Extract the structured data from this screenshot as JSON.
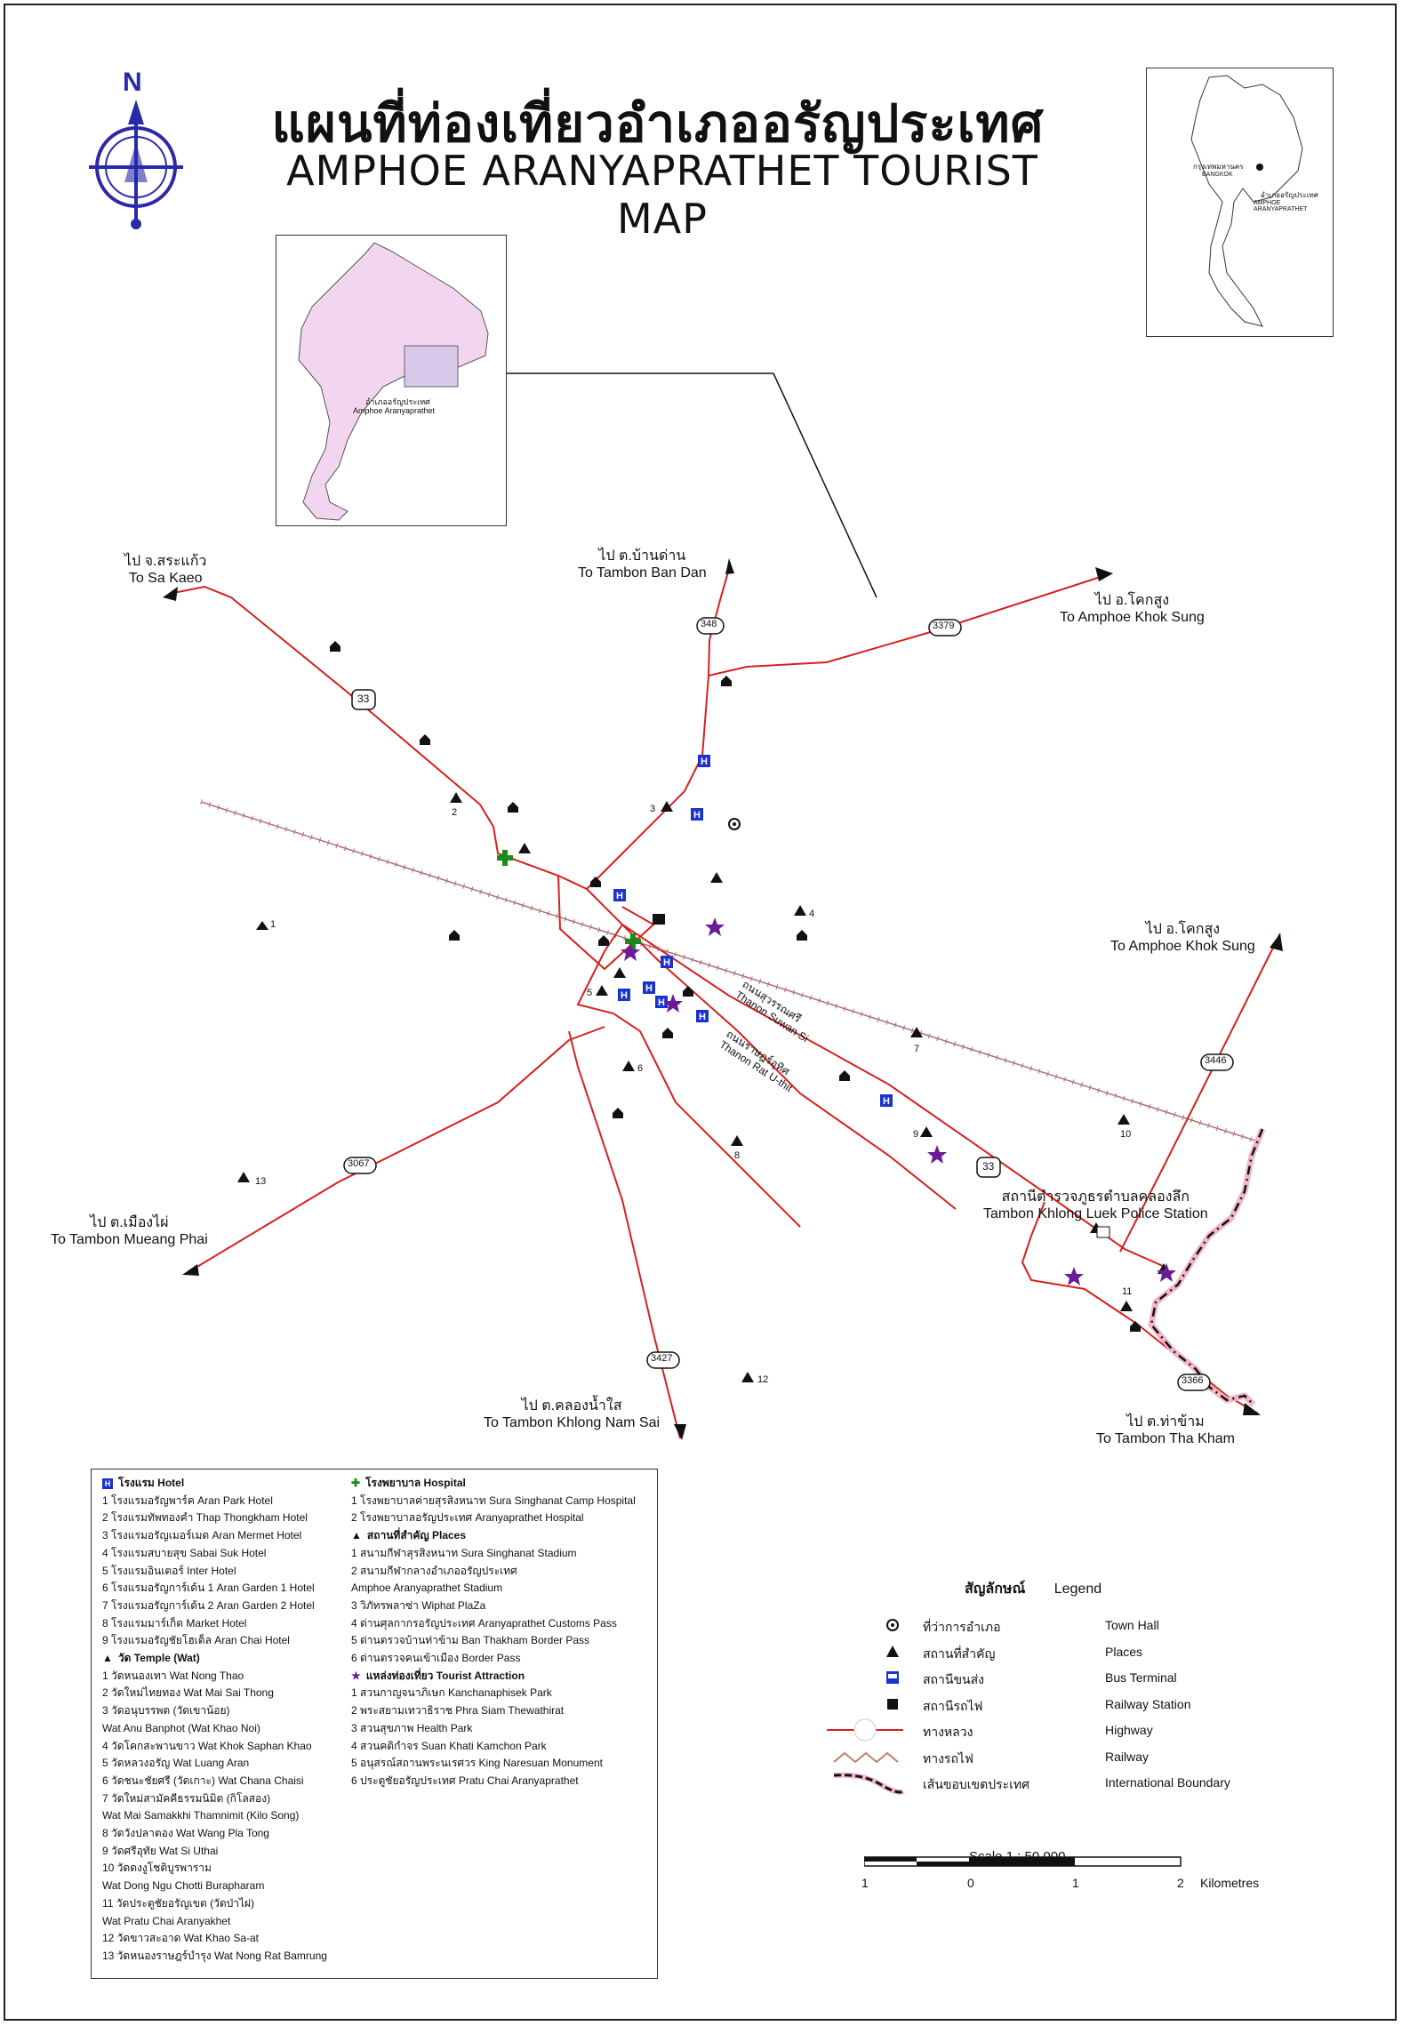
{
  "title_th": "แผนที่ท่องเที่ยวอำเภออรัญประเทศ",
  "title_en": "AMPHOE ARANYAPRATHET TOURIST MAP",
  "compass_letter": "N",
  "inset_thailand": {
    "label_bangkok_th": "กรุงเทพมหานคร",
    "label_bangkok_en": "BANGKOK",
    "label_amphoe_th": "อำเภออรัญประเทศ",
    "label_amphoe_en": "AMPHOE ARANYAPRATHET"
  },
  "inset_province": {
    "label_th": "อำเภออรัญประเทศ",
    "label_en": "Amphoe Aranyaprathet",
    "fill_color": "#f2d6f0"
  },
  "destinations": [
    {
      "th": "ไป จ.สระแก้ว",
      "en": "To Sa Kaeo"
    },
    {
      "th": "ไป ต.บ้านด่าน",
      "en": "To Tambon Ban Dan"
    },
    {
      "th": "ไป อ.โคกสูง",
      "en": "To Amphoe Khok Sung"
    },
    {
      "th": "ไป อ.โคกสูง",
      "en": "To Amphoe Khok Sung"
    },
    {
      "th": "ไป ต.เมืองไผ่",
      "en": "To Tambon Mueang Phai"
    },
    {
      "th": "ไป ต.คลองน้ำใส",
      "en": "To Tambon Khlong Nam Sai"
    },
    {
      "th": "ไป ต.ท่าข้าม",
      "en": "To Tambon Tha Kham"
    }
  ],
  "police_station": {
    "th": "สถานีตำรวจภูธรตำบลคลองลึก",
    "en": "Tambon Khlong Luek Police Station"
  },
  "route_numbers": [
    "33",
    "33",
    "348",
    "3379",
    "3446",
    "3067",
    "3427",
    "3366"
  ],
  "street_labels": [
    {
      "th": "ถนนสุวรรณศรี",
      "en": "Thanon Suwan Si"
    },
    {
      "th": "ถนนราษฎร์อุทิศ",
      "en": "Thanon Rat U-thit"
    }
  ],
  "map_numbers": [
    "1",
    "2",
    "3",
    "4",
    "5",
    "6",
    "7",
    "8",
    "9",
    "10",
    "11",
    "12",
    "13"
  ],
  "colors": {
    "highway": "#d62020",
    "railway": "#b07070",
    "hotel": "#1a33cc",
    "hospital": "#1a8a1a",
    "attraction": "#6a1b9a",
    "compass": "#2a2aa8"
  },
  "legend_list": {
    "hotels_title": "โรงแรม  Hotel",
    "hotels": [
      "1  โรงแรมอรัญพาร์ค  Aran Park Hotel",
      "2  โรงแรมทัพทองคำ  Thap Thongkham Hotel",
      "3  โรงแรมอรัญเมอร์เมด  Aran Mermet Hotel",
      "4  โรงแรมสบายสุข  Sabai Suk Hotel",
      "5  โรงแรมอินเตอร์  Inter Hotel",
      "6  โรงแรมอรัญการ์เด้น 1  Aran Garden 1 Hotel",
      "7  โรงแรมอรัญการ์เด้น 2  Aran Garden 2 Hotel",
      "8  โรงแรมมาร์เก็ต  Market Hotel",
      "9  โรงแรมอรัญชัยโฮเต็ล  Aran Chai Hotel"
    ],
    "temples_title": "วัด  Temple (Wat)",
    "temples": [
      "1  วัดหนองเทา  Wat Nong Thao",
      "2  วัดใหม่ไทยทอง  Wat Mai Sai Thong",
      "3  วัดอนุบรรพต (วัดเขาน้อย)",
      "     Wat Anu Banphot (Wat Khao Noi)",
      "4  วัดโคกสะพานขาว  Wat Khok Saphan Khao",
      "5  วัดหลวงอรัญ  Wat Luang Aran",
      "6  วัดชนะชัยศรี (วัดเกาะ)  Wat Chana Chaisi",
      "7  วัดใหม่สามัคคีธรรมนิมิต (กิโลสอง)",
      "     Wat Mai Samakkhi Thamnimit (Kilo Song)",
      "8  วัดวังปลาตอง  Wat Wang Pla Tong",
      "9  วัดศรีอุทัย  Wat Si Uthai",
      "10  วัดดงงูโชติบูรพาราม",
      "     Wat Dong Ngu Chotti Burapharam",
      "11  วัดประตูชัยอรัญเขต (วัดป่าไผ่)",
      "     Wat Pratu Chai Aranyakhet",
      "12  วัดขาวสะอาด  Wat Khao Sa-at",
      "13  วัดหนองราษฎร์บำรุง  Wat Nong Rat Bamrung"
    ],
    "hospitals_title": "โรงพยาบาล  Hospital",
    "hospitals": [
      "1  โรงพยาบาลค่ายสุรสิงหนาท  Sura Singhanat Camp Hospital",
      "2  โรงพยาบาลอรัญประเทศ  Aranyaprathet Hospital"
    ],
    "places_title": "สถานที่สำคัญ  Places",
    "places": [
      "1  สนามกีฬาสุรสิงหนาท  Sura Singhanat Stadium",
      "2  สนามกีฬากลางอำเภออรัญประเทศ",
      "     Amphoe Aranyaprathet Stadium",
      "3  วิภัทรพลาซ่า  Wiphat PlaZa",
      "4  ด่านศุลกากรอรัญประเทศ  Aranyaprathet Customs Pass",
      "5  ด่านตรวจบ้านท่าข้าม  Ban Thakham Border Pass",
      "6  ด่านตรวจคนเข้าเมือง  Border Pass"
    ],
    "attractions_title": "แหล่งท่องเที่ยว  Tourist Attraction",
    "attractions": [
      "1  สวนกาญจนาภิเษก  Kanchanaphisek Park",
      "2  พระสยามเทวาธิราช  Phra Siam Thewathirat",
      "3  สวนสุขภาพ  Health Park",
      "4  สวนคติกำจร  Suan Khati Kamchon Park",
      "5  อนุสรณ์สถานพระนเรศวร  King Naresuan Monument",
      "6  ประตูชัยอรัญประเทศ  Pratu Chai Aranyaprathet"
    ]
  },
  "symbol_legend": {
    "title_th": "สัญลักษณ์",
    "title_en": "Legend",
    "rows": [
      {
        "icon": "town-hall-icon",
        "th": "ที่ว่าการอำเภอ",
        "en": "Town Hall"
      },
      {
        "icon": "place-triangle-icon",
        "th": "สถานที่สำคัญ",
        "en": "Places"
      },
      {
        "icon": "bus-terminal-icon",
        "th": "สถานีขนส่ง",
        "en": "Bus Terminal"
      },
      {
        "icon": "railway-station-icon",
        "th": "สถานีรถไฟ",
        "en": "Railway Station"
      },
      {
        "icon": "highway-line-icon",
        "th": "ทางหลวง",
        "en": "Highway"
      },
      {
        "icon": "railway-line-icon",
        "th": "ทางรถไฟ",
        "en": "Railway"
      },
      {
        "icon": "boundary-line-icon",
        "th": "เส้นขอบเขตประเทศ",
        "en": "International Boundary"
      }
    ]
  },
  "scale": {
    "text": "Scale 1 : 50,000",
    "ticks": [
      "1",
      "0",
      "1",
      "2"
    ],
    "unit": "Kilometres"
  }
}
